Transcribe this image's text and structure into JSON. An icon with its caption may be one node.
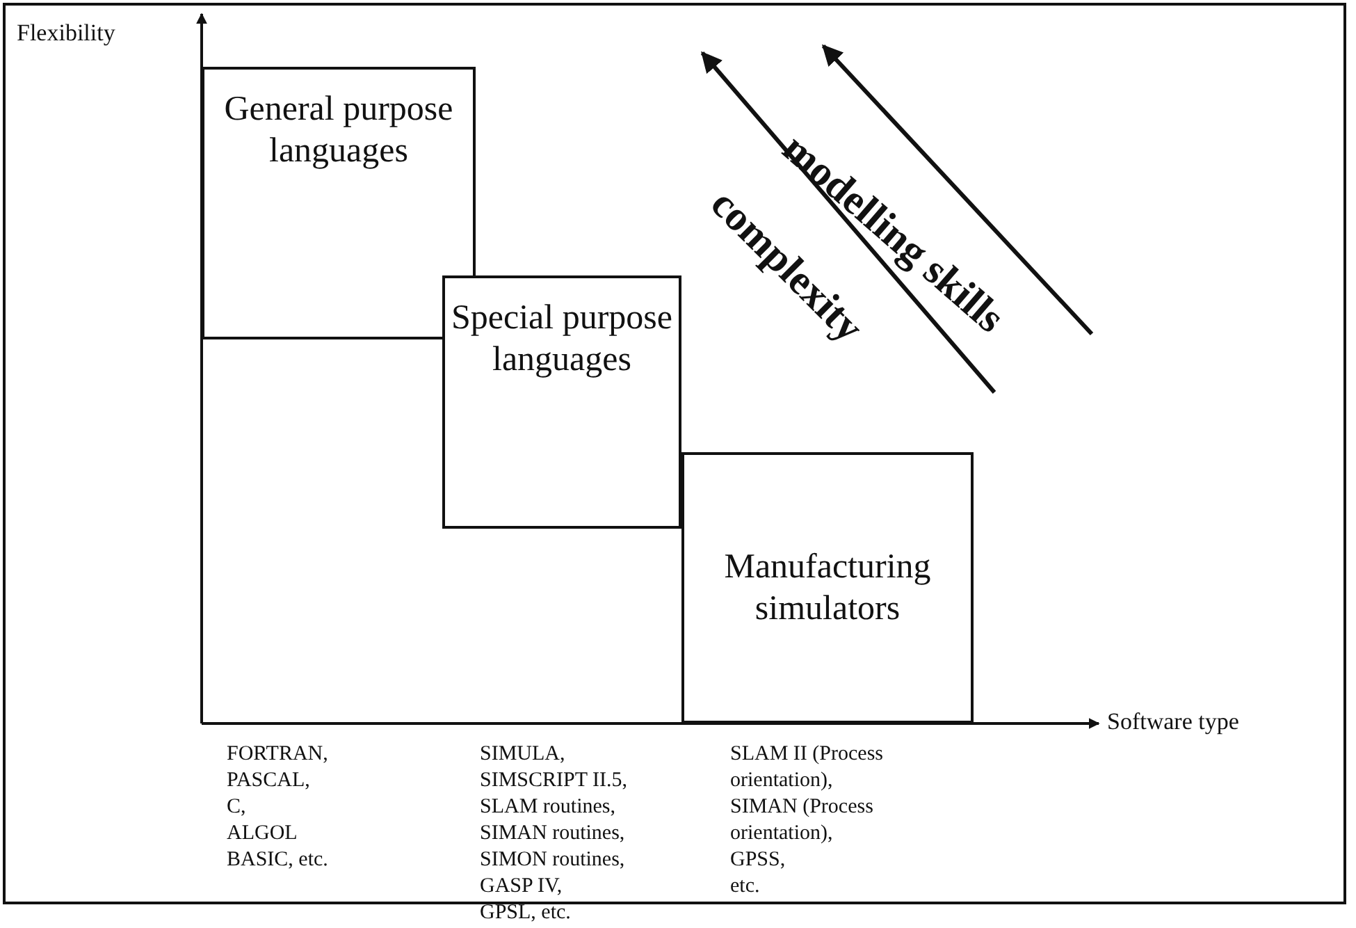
{
  "diagram": {
    "nodes": [
      {
        "text": [
          "General purpose languages"
        ]
      },
      {
        "text": [
          "Special purpose languages"
        ]
      },
      {
        "text": [
          "Manufacturing simulators"
        ]
      }
    ],
    "labels": [
      "Flexibility",
      "modelling skills",
      "complexity",
      "Software type",
      "FORTRAN,",
      "PASCAL,",
      "C,",
      "ALGOL",
      "BASIC, etc.",
      "SIMULA,",
      "SIMSCRIPT II.5,",
      "SLAM routines,",
      "SIMAN routines,",
      "SIMON routines,",
      "GASP IV,",
      "GPSL, etc.",
      "SLAM II (Process orientation),",
      "SIMAN (Process orientation),",
      "GPSS,",
      "etc."
    ]
  }
}
